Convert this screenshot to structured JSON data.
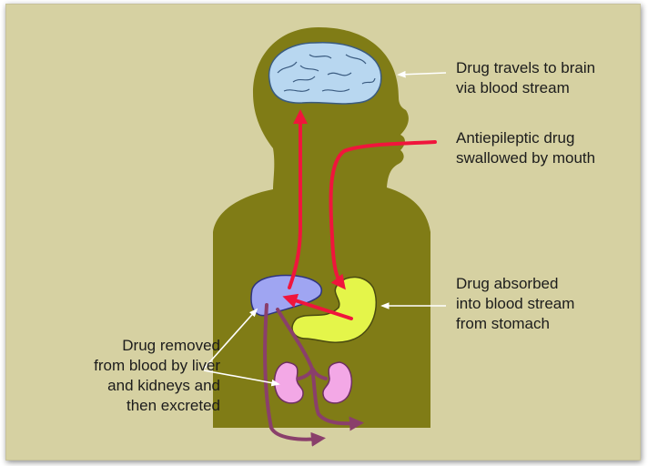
{
  "labels": {
    "brain": "Drug travels to brain\nvia blood stream",
    "mouth": "Antiepileptic drug\nswallowed by mouth",
    "stomach": "Drug absorbed\ninto blood stream\nfrom stomach",
    "liver_kidneys": "Drug removed\nfrom blood by liver\nand kidneys and\nthen excreted"
  },
  "colors": {
    "background": "#d6d1a2",
    "body": "#807c16",
    "brain": "#b8d7f0",
    "liver": "#9fa5f2",
    "stomach": "#e4f54a",
    "kidneys": "#f3a8e6",
    "drug_arrow": "#f0153c",
    "excretion_arrow": "#8a3f6b",
    "pointer": "#ffffff"
  }
}
